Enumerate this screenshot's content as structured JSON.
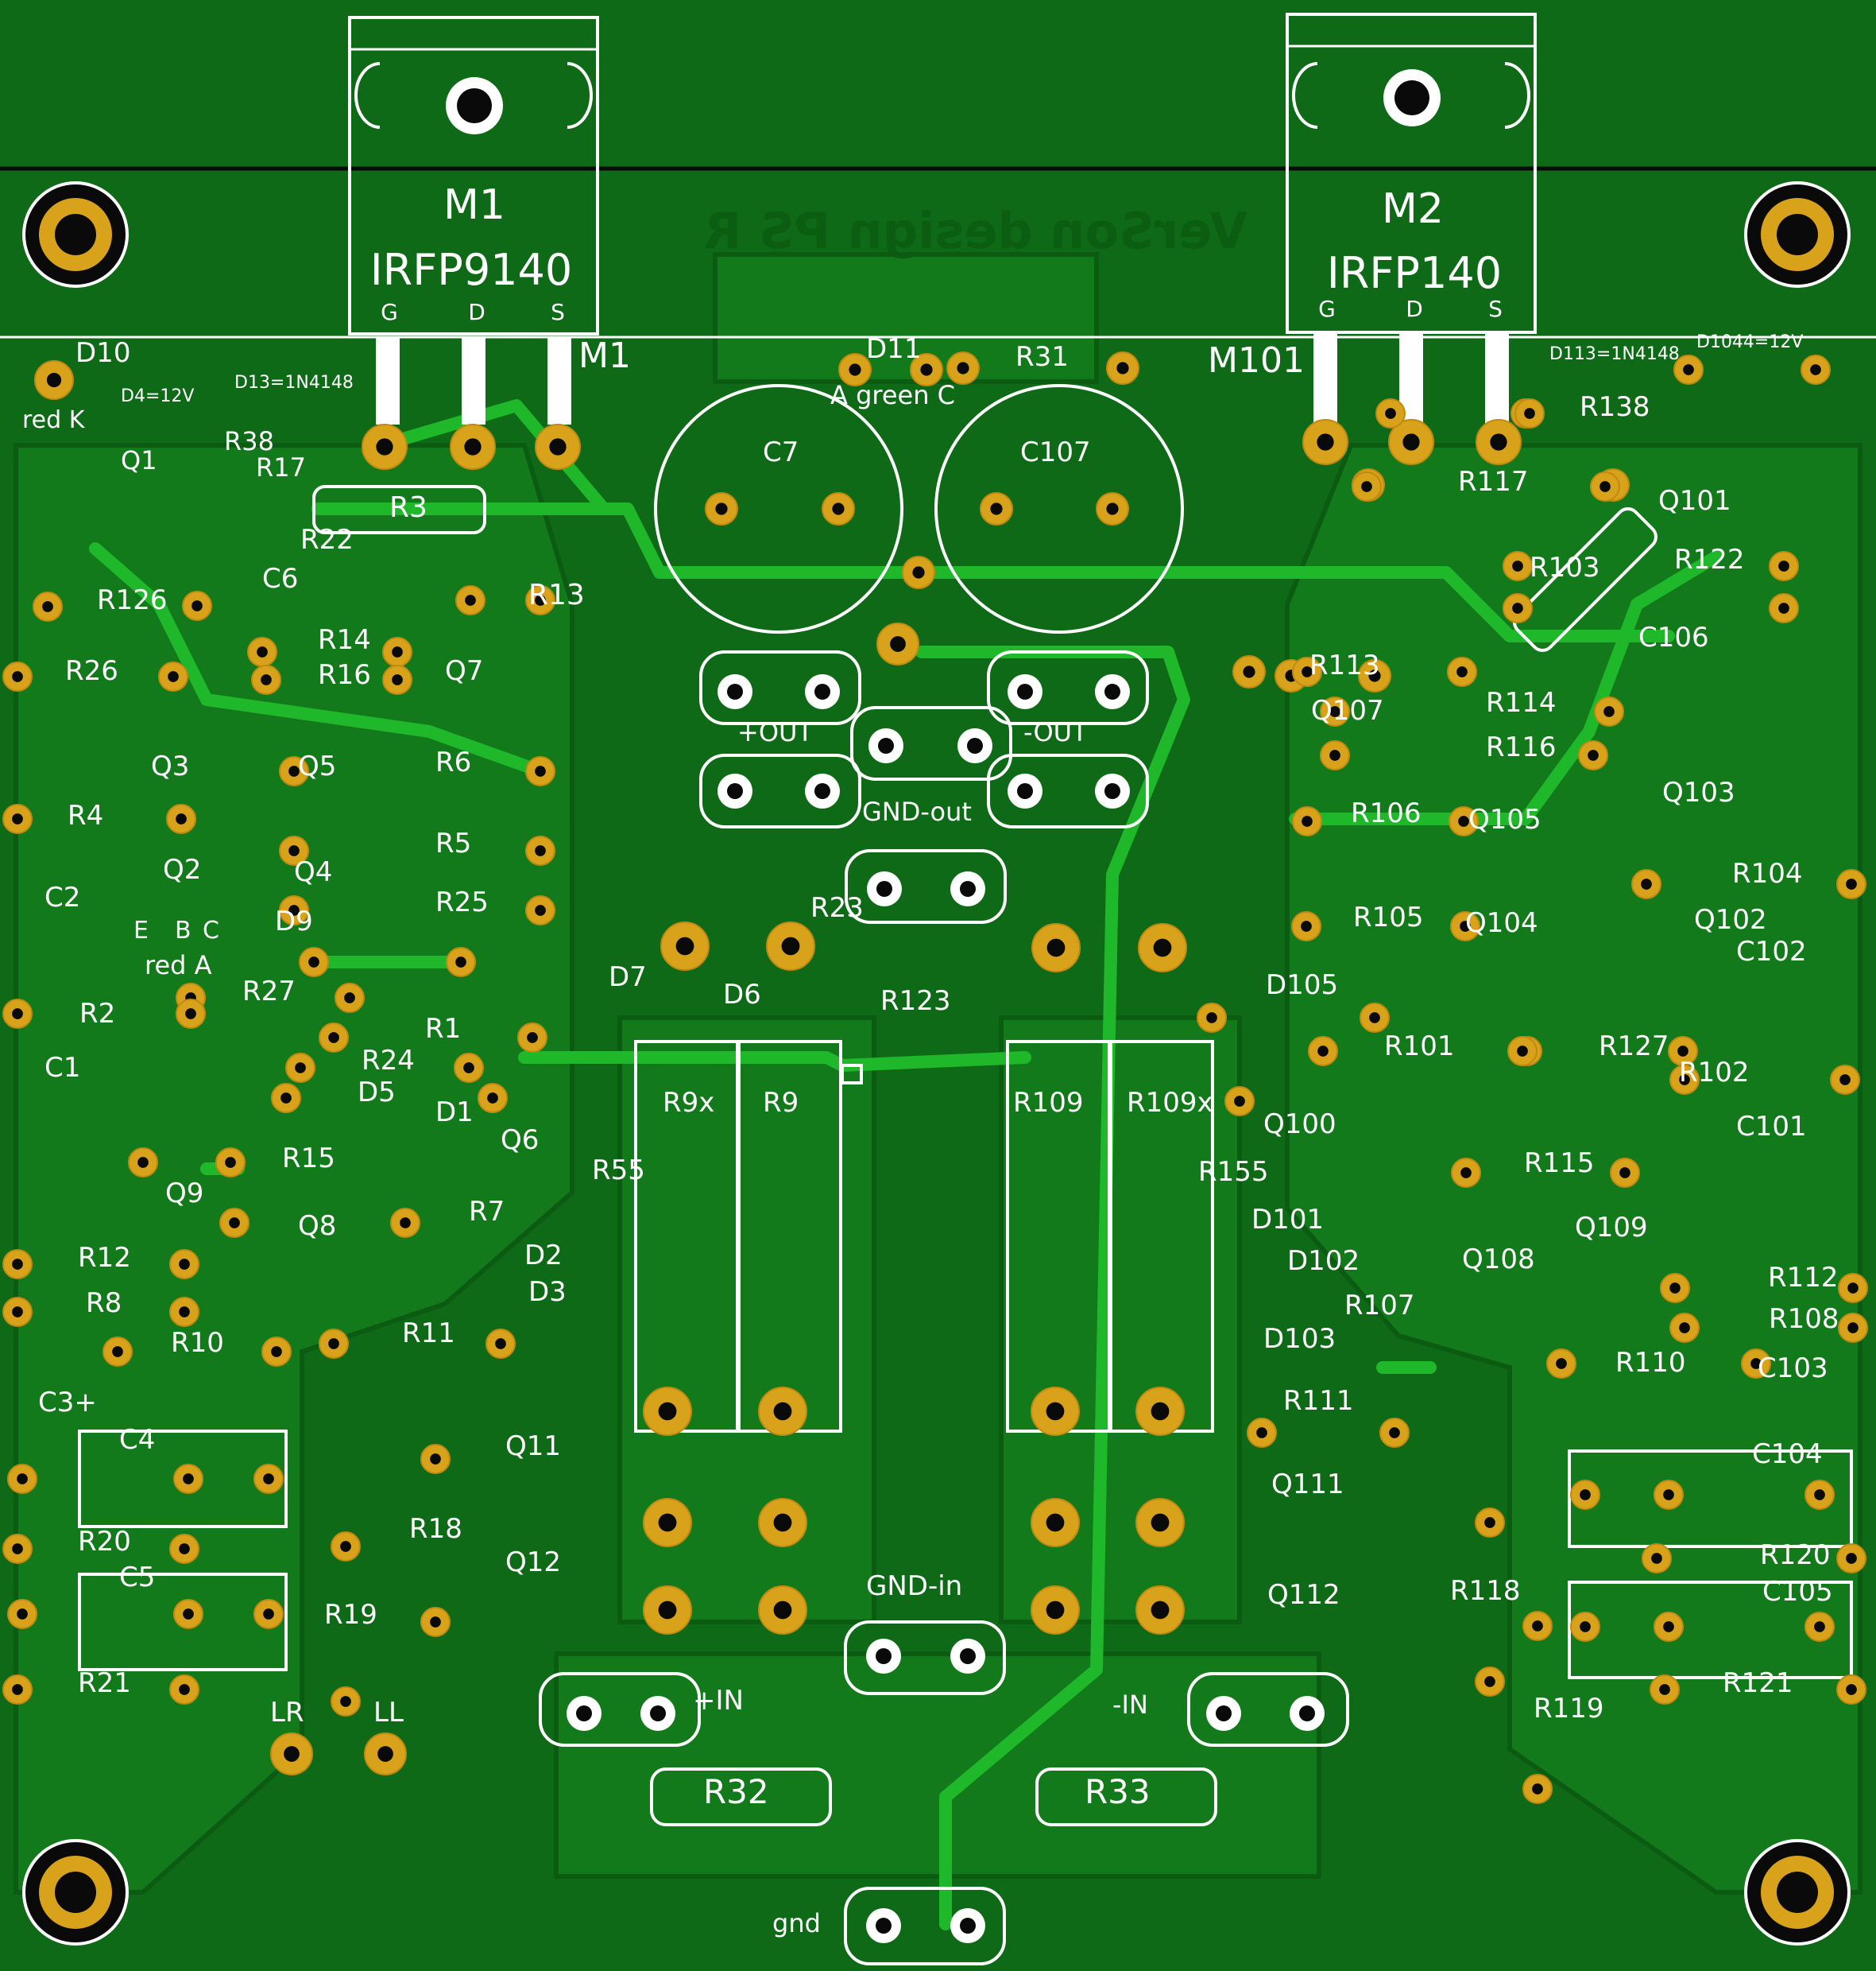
{
  "board": {
    "watermark": "VerSon design  PS R",
    "colors": {
      "board": "#0e6a16",
      "copper": "#137a1b",
      "trace": "#1eb82a",
      "silk": "#ffffff",
      "pad": "#d9a21b",
      "outline": "#0a0a0a"
    }
  },
  "transistors": [
    {
      "ref": "M1",
      "part": "IRFP9140",
      "pins": [
        "G",
        "D",
        "S"
      ],
      "side_label": "M1"
    },
    {
      "ref": "M2",
      "part": "IRFP140",
      "pins": [
        "G",
        "D",
        "S"
      ],
      "side_label": "M101"
    }
  ],
  "labels": [
    {
      "text": "D10"
    },
    {
      "text": "D4=12V"
    },
    {
      "text": "D13=1N4148"
    },
    {
      "text": "red K"
    },
    {
      "text": "R38"
    },
    {
      "text": "R17"
    },
    {
      "text": "Q1"
    },
    {
      "text": "R3"
    },
    {
      "text": "R22"
    },
    {
      "text": "C6"
    },
    {
      "text": "R126"
    },
    {
      "text": "R13"
    },
    {
      "text": "R14"
    },
    {
      "text": "R16"
    },
    {
      "text": "Q7"
    },
    {
      "text": "R26"
    },
    {
      "text": "Q3"
    },
    {
      "text": "Q5"
    },
    {
      "text": "R6"
    },
    {
      "text": "R4"
    },
    {
      "text": "Q2"
    },
    {
      "text": "Q4"
    },
    {
      "text": "R5"
    },
    {
      "text": "R25"
    },
    {
      "text": "C2"
    },
    {
      "text": "D9"
    },
    {
      "text": "red A"
    },
    {
      "text": "R2"
    },
    {
      "text": "R27"
    },
    {
      "text": "C1"
    },
    {
      "text": "R1"
    },
    {
      "text": "R24"
    },
    {
      "text": "D5"
    },
    {
      "text": "D1"
    },
    {
      "text": "Q6"
    },
    {
      "text": "R15"
    },
    {
      "text": "Q9"
    },
    {
      "text": "Q8"
    },
    {
      "text": "R7"
    },
    {
      "text": "R12"
    },
    {
      "text": "D2"
    },
    {
      "text": "R8"
    },
    {
      "text": "D3"
    },
    {
      "text": "R10"
    },
    {
      "text": "R11"
    },
    {
      "text": "C3+"
    },
    {
      "text": "C4"
    },
    {
      "text": "Q11"
    },
    {
      "text": "R18"
    },
    {
      "text": "Q12"
    },
    {
      "text": "R20"
    },
    {
      "text": "C5"
    },
    {
      "text": "R19"
    },
    {
      "text": "R21"
    },
    {
      "text": "LR"
    },
    {
      "text": "LL"
    },
    {
      "text": "D11"
    },
    {
      "text": "A green C"
    },
    {
      "text": "R31"
    },
    {
      "text": "C7"
    },
    {
      "text": "C107"
    },
    {
      "text": "+OUT"
    },
    {
      "text": "-OUT"
    },
    {
      "text": "GND-out"
    },
    {
      "text": "R23"
    },
    {
      "text": "D7"
    },
    {
      "text": "D6"
    },
    {
      "text": "R123"
    },
    {
      "text": "R9x"
    },
    {
      "text": "R9"
    },
    {
      "text": "R109"
    },
    {
      "text": "R109x"
    },
    {
      "text": "R55"
    },
    {
      "text": "GND-in"
    },
    {
      "text": "+IN"
    },
    {
      "text": "-IN"
    },
    {
      "text": "R32"
    },
    {
      "text": "R33"
    },
    {
      "text": "gnd"
    },
    {
      "text": "D113=1N4148"
    },
    {
      "text": "D1044=12V"
    },
    {
      "text": "R138"
    },
    {
      "text": "R117"
    },
    {
      "text": "Q101"
    },
    {
      "text": "R103"
    },
    {
      "text": "R122"
    },
    {
      "text": "C106"
    },
    {
      "text": "R113"
    },
    {
      "text": "Q107"
    },
    {
      "text": "R114"
    },
    {
      "text": "R116"
    },
    {
      "text": "Q103"
    },
    {
      "text": "R106"
    },
    {
      "text": "Q105"
    },
    {
      "text": "R104"
    },
    {
      "text": "R105"
    },
    {
      "text": "Q104"
    },
    {
      "text": "Q102"
    },
    {
      "text": "C102"
    },
    {
      "text": "D105"
    },
    {
      "text": "R101"
    },
    {
      "text": "R127"
    },
    {
      "text": "R102"
    },
    {
      "text": "Q100"
    },
    {
      "text": "C101"
    },
    {
      "text": "R155"
    },
    {
      "text": "R115"
    },
    {
      "text": "D101"
    },
    {
      "text": "Q109"
    },
    {
      "text": "D102"
    },
    {
      "text": "Q108"
    },
    {
      "text": "R107"
    },
    {
      "text": "R112"
    },
    {
      "text": "R108"
    },
    {
      "text": "D103"
    },
    {
      "text": "R110"
    },
    {
      "text": "C103"
    },
    {
      "text": "R111"
    },
    {
      "text": "Q111"
    },
    {
      "text": "C104"
    },
    {
      "text": "R120"
    },
    {
      "text": "Q112"
    },
    {
      "text": "R118"
    },
    {
      "text": "C105"
    },
    {
      "text": "R121"
    },
    {
      "text": "R119"
    },
    {
      "text": "E"
    },
    {
      "text": "B"
    },
    {
      "text": "C"
    }
  ]
}
